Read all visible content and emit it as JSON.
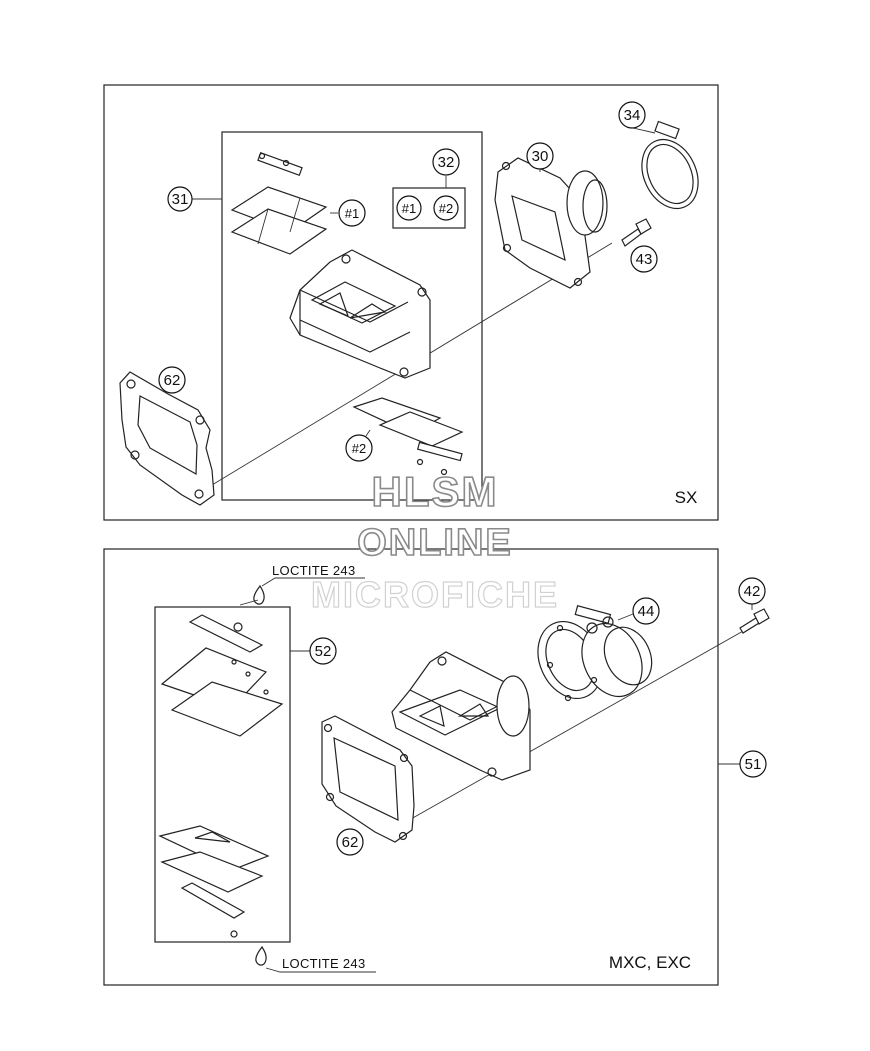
{
  "panels": [
    {
      "id": "sx",
      "variant_label": "SX",
      "callouts": {
        "c31": "31",
        "c32": "32",
        "c30": "30",
        "c34": "34",
        "c43": "43",
        "c62": "62",
        "n1a": "#1",
        "n1b": "#1",
        "n2a": "#2",
        "n2b": "#2"
      }
    },
    {
      "id": "mxc-exc",
      "variant_label": "MXC, EXC",
      "callouts": {
        "c42": "42",
        "c44": "44",
        "c52": "52",
        "c51": "51",
        "c62": "62"
      },
      "loctite_top": "LOCTITE 243",
      "loctite_bottom": "LOCTITE 243"
    }
  ],
  "watermark": {
    "line1": "HLSM",
    "line2": "ONLINE",
    "line3": "MICROFICHE"
  }
}
